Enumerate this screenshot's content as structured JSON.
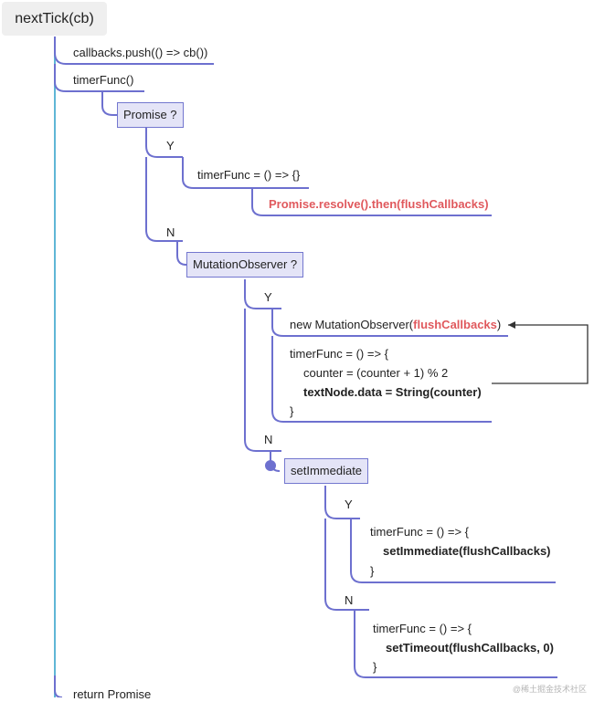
{
  "root": "nextTick(cb)",
  "steps": {
    "push": "callbacks.push(() => cb())",
    "timer": "timerFunc()",
    "ret": "return Promise"
  },
  "promise": {
    "question": "Promise ?",
    "yes": "Y",
    "no": "N",
    "timer": "timerFunc = () => {}",
    "resolve": "Promise.resolve().then(flushCallbacks)"
  },
  "mutation": {
    "question": "MutationObserver ?",
    "yes": "Y",
    "no": "N",
    "new_prefix": "new MutationObserver(",
    "new_arg": "flushCallbacks",
    "new_suffix": ")",
    "fn_open": "timerFunc = () => {",
    "counter": "counter = (counter + 1) % 2",
    "textnode": "textNode.data = String(counter)",
    "fn_close": "}"
  },
  "immediate": {
    "label": "setImmediate",
    "yes": "Y",
    "no": "N",
    "yes_open": "timerFunc = () => {",
    "yes_call": "setImmediate(flushCallbacks)",
    "yes_close": "}",
    "no_open": "timerFunc = () => {",
    "no_call": "setTimeout(flushCallbacks, 0)",
    "no_close": "}"
  },
  "watermark": "@稀土掘金技术社区",
  "colors": {
    "branch": "#6d70cf",
    "trunk": "#5fb6d6",
    "highlight": "#e0595d",
    "arrow": "#333333",
    "node_fill": "#e4e4f7"
  }
}
